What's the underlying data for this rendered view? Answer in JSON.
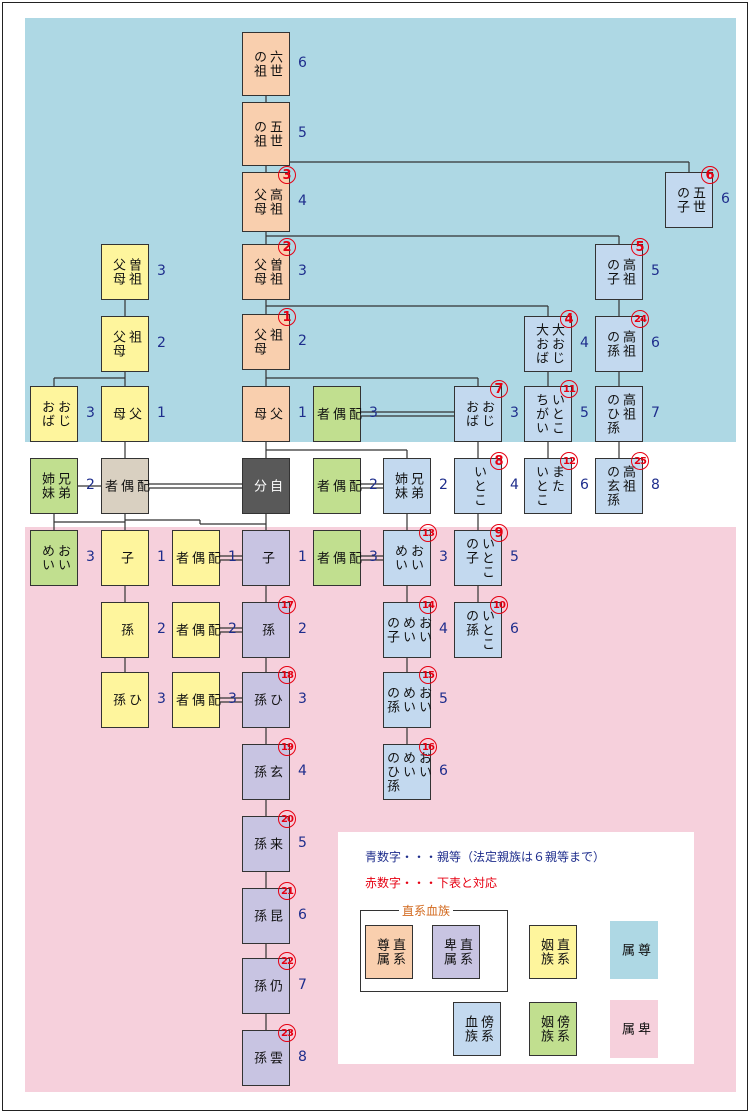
{
  "boxes": [
    {
      "id": "rokuseinoso",
      "label": "六世\nの祖",
      "degree": "6",
      "marker": ""
    },
    {
      "id": "goseinoso",
      "label": "五世\nの祖",
      "degree": "5",
      "marker": ""
    },
    {
      "id": "kousofubo",
      "label": "高祖\n父母",
      "degree": "4",
      "marker": "3"
    },
    {
      "id": "sousofubo",
      "label": "曽祖\n父母",
      "degree": "3",
      "marker": "2"
    },
    {
      "id": "sofubo",
      "label": "祖\n父母",
      "degree": "2",
      "marker": "1"
    },
    {
      "id": "fubo",
      "label": "父\n母",
      "degree": "1",
      "marker": ""
    },
    {
      "id": "jibun",
      "label": "自\n分",
      "degree": "",
      "marker": ""
    },
    {
      "id": "ko",
      "label": "子",
      "degree": "1",
      "marker": ""
    },
    {
      "id": "mago",
      "label": "孫",
      "degree": "2",
      "marker": "17"
    },
    {
      "id": "himago",
      "label": "ひ\n孫",
      "degree": "3",
      "marker": "18"
    },
    {
      "id": "yashago",
      "label": "玄\n孫",
      "degree": "4",
      "marker": "19"
    },
    {
      "id": "raison",
      "label": "来\n孫",
      "degree": "5",
      "marker": "20"
    },
    {
      "id": "konson",
      "label": "昆\n孫",
      "degree": "6",
      "marker": "21"
    },
    {
      "id": "jouson",
      "label": "仍\n孫",
      "degree": "7",
      "marker": "22"
    },
    {
      "id": "unson",
      "label": "雲\n孫",
      "degree": "8",
      "marker": "23"
    },
    {
      "id": "inlaw-sousofubo",
      "label": "曽祖\n父母",
      "degree": "3",
      "marker": ""
    },
    {
      "id": "inlaw-sofubo",
      "label": "祖\n父母",
      "degree": "2",
      "marker": ""
    },
    {
      "id": "inlaw-fubo",
      "label": "父\n母",
      "degree": "1",
      "marker": ""
    },
    {
      "id": "inlaw-ojioba",
      "label": "おじ\nおば",
      "degree": "3",
      "marker": ""
    },
    {
      "id": "spouse",
      "label": "配\n偶\n者",
      "degree": "",
      "marker": ""
    },
    {
      "id": "inlaw-kyoudai",
      "label": "兄弟\n姉妹",
      "degree": "2",
      "marker": ""
    },
    {
      "id": "inlaw-oimei",
      "label": "おい\nめい",
      "degree": "3",
      "marker": ""
    },
    {
      "id": "step-ko",
      "label": "子",
      "degree": "1",
      "marker": ""
    },
    {
      "id": "step-mago",
      "label": "孫",
      "degree": "2",
      "marker": ""
    },
    {
      "id": "step-himago",
      "label": "ひ\n孫",
      "degree": "3",
      "marker": ""
    },
    {
      "id": "ko-spouse",
      "label": "配\n偶\n者",
      "degree": "1",
      "marker": ""
    },
    {
      "id": "mago-spouse",
      "label": "配\n偶\n者",
      "degree": "2",
      "marker": ""
    },
    {
      "id": "himago-spouse",
      "label": "配\n偶\n者",
      "degree": "3",
      "marker": ""
    },
    {
      "id": "ojioba-spouse",
      "label": "配\n偶\n者",
      "degree": "3",
      "marker": ""
    },
    {
      "id": "kyoudai-spouse",
      "label": "配\n偶\n者",
      "degree": "2",
      "marker": ""
    },
    {
      "id": "oimei-spouse",
      "label": "配\n偶\n者",
      "degree": "3",
      "marker": ""
    },
    {
      "id": "gosei-no-ko",
      "label": "五世\nの子",
      "degree": "6",
      "marker": "6"
    },
    {
      "id": "kouso-no-ko",
      "label": "高祖\nの子",
      "degree": "5",
      "marker": "5"
    },
    {
      "id": "kouso-no-mago",
      "label": "高祖\nの孫",
      "degree": "6",
      "marker": "24"
    },
    {
      "id": "kouso-no-himago",
      "label": "高祖\nのひ孫",
      "degree": "7",
      "marker": ""
    },
    {
      "id": "kouso-no-genson",
      "label": "高祖\nの玄孫",
      "degree": "8",
      "marker": "25"
    },
    {
      "id": "ooojioba",
      "label": "大おじ\n大おば",
      "degree": "4",
      "marker": "4"
    },
    {
      "id": "itoko-chigai",
      "label": "いとこ\nちがい",
      "degree": "5",
      "marker": "11"
    },
    {
      "id": "mata-itoko",
      "label": "また\nいとこ",
      "degree": "6",
      "marker": "12"
    },
    {
      "id": "ojioba",
      "label": "おじ\nおば",
      "degree": "3",
      "marker": "7"
    },
    {
      "id": "itoko",
      "label": "いとこ",
      "degree": "4",
      "marker": "8"
    },
    {
      "id": "itoko-no-ko",
      "label": "いとこ\nの子",
      "degree": "5",
      "marker": "9"
    },
    {
      "id": "itoko-no-mago",
      "label": "いとこ\nの孫",
      "degree": "6",
      "marker": "10"
    },
    {
      "id": "kyoudai",
      "label": "兄弟\n姉妹",
      "degree": "2",
      "marker": ""
    },
    {
      "id": "oimei",
      "label": "おい\nめい",
      "degree": "3",
      "marker": "13"
    },
    {
      "id": "oimei-no-ko",
      "label": "おい\nめい\nの子",
      "degree": "4",
      "marker": "14"
    },
    {
      "id": "oimei-no-mago",
      "label": "おい\nめい\nの孫",
      "degree": "5",
      "marker": "15"
    },
    {
      "id": "oimei-no-himago",
      "label": "おい\nめい\nのひ孫",
      "degree": "6",
      "marker": "16"
    }
  ],
  "legend": {
    "blue_text": "青数字・・・親等（法定親族は６親等まで）",
    "red_text": "赤数字・・・下表と対応",
    "group_title": "直系血族",
    "items": [
      {
        "id": "sonzoku",
        "label": "直系\n尊属"
      },
      {
        "id": "hizoku",
        "label": "直系\n卑属"
      },
      {
        "id": "inzoku-chokkei",
        "label": "直系\n姻族"
      },
      {
        "id": "region-son",
        "label": "尊\n属"
      },
      {
        "id": "ketsuzoku-bokei",
        "label": "傍系\n血族"
      },
      {
        "id": "inzoku-bokei",
        "label": "傍系\n姻族"
      },
      {
        "id": "region-hi",
        "label": "卑\n属"
      }
    ]
  },
  "colors": {
    "ascendant_region": "#aed8e4",
    "descendant_region": "#f6d0dc",
    "direct_ascendant": "#f9cfae",
    "direct_descendant": "#c8c4e2",
    "inlaw_direct": "#fef59d",
    "collateral": "#c3d9ef",
    "inlaw_collateral": "#c1df8f",
    "spouse": "#d9d0c1",
    "self": "#595959",
    "degree_number": "#1e2d8c",
    "marker": "#e60012"
  }
}
